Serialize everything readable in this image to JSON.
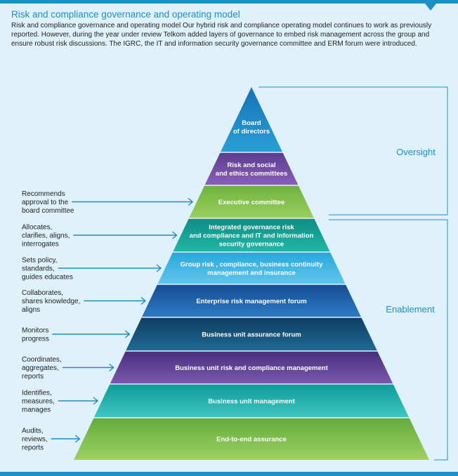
{
  "header": {
    "title": "Risk and compliance governance and operating model",
    "intro": "Risk and compliance governance and operating model Our hybrid risk and compliance operating model continues to work as previously reported. However, during the year under review Telkom added layers of governance to embed risk management across the group and ensure robust risk discussions. The IGRC, the IT and information security governance committee and ERM forum were introduced."
  },
  "pyramid": {
    "tiers": [
      {
        "lines": [
          "Board",
          "of directors"
        ],
        "color_top": "#1572b6",
        "color_bottom": "#2a9fd6"
      },
      {
        "lines": [
          "Risk and social",
          "and ethics committees"
        ],
        "color_top": "#5b3d8f",
        "color_bottom": "#8a5fb8"
      },
      {
        "lines": [
          "Executive committee"
        ],
        "color_top": "#6eb33f",
        "color_bottom": "#9ccf5e"
      },
      {
        "lines": [
          "Integrated governance risk",
          "and compliance and IT and information",
          "security governance"
        ],
        "color_top": "#0f8d83",
        "color_bottom": "#1fb7a7"
      },
      {
        "lines": [
          "Group risk , compliance, business continuity",
          "management and insurance"
        ],
        "color_top": "#27a7dc",
        "color_bottom": "#62c6ec"
      },
      {
        "lines": [
          "Enterprise risk management forum"
        ],
        "color_top": "#174d93",
        "color_bottom": "#2a7bc4"
      },
      {
        "lines": [
          "Business unit assurance forum"
        ],
        "color_top": "#103e63",
        "color_bottom": "#1e6a93"
      },
      {
        "lines": [
          "Business unit risk and compliance management"
        ],
        "color_top": "#4a2f7e",
        "color_bottom": "#7b58ad"
      },
      {
        "lines": [
          "Business unit management"
        ],
        "color_top": "#0e9b9a",
        "color_bottom": "#3fc7c0"
      },
      {
        "lines": [
          "End-to-end assurance"
        ],
        "color_top": "#63ac3c",
        "color_bottom": "#9fd063"
      }
    ]
  },
  "side_labels": [
    {
      "tier": 2,
      "lines": [
        "Recommends",
        "approval to the",
        "board committee"
      ]
    },
    {
      "tier": 3,
      "lines": [
        "Allocates,",
        "clarifies, aligns,",
        "interrogates"
      ]
    },
    {
      "tier": 4,
      "lines": [
        "Sets policy,",
        "standards,",
        "guides educates"
      ]
    },
    {
      "tier": 5,
      "lines": [
        "Collaborates,",
        "shares knowledge,",
        "aligns"
      ]
    },
    {
      "tier": 6,
      "lines": [
        "Monitors",
        "progress"
      ]
    },
    {
      "tier": 7,
      "lines": [
        "Coordinates,",
        "aggregates,",
        "reports"
      ]
    },
    {
      "tier": 8,
      "lines": [
        "Identifies,",
        "measures,",
        "manages"
      ]
    },
    {
      "tier": 9,
      "lines": [
        "Audits,",
        "reviews,",
        "reports"
      ]
    }
  ],
  "groups": {
    "oversight": "Oversight",
    "enablement": "Enablement"
  },
  "colors": {
    "accent": "#1b8fc6",
    "background": "#dff1fa"
  }
}
